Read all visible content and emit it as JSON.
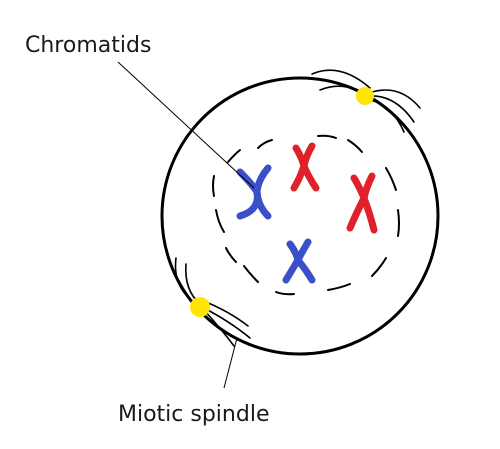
{
  "labels": {
    "chromatids": "Chromatids",
    "spindle": "Miotic spindle"
  },
  "colors": {
    "cell_outline": "#000000",
    "centrosome": "#ffe600",
    "chromosome_blue": "#3a4fc8",
    "chromosome_red": "#e0202a"
  },
  "chromosomes": [
    {
      "color": "blue"
    },
    {
      "color": "red"
    },
    {
      "color": "red"
    },
    {
      "color": "blue"
    }
  ],
  "centrosome_count": 2
}
